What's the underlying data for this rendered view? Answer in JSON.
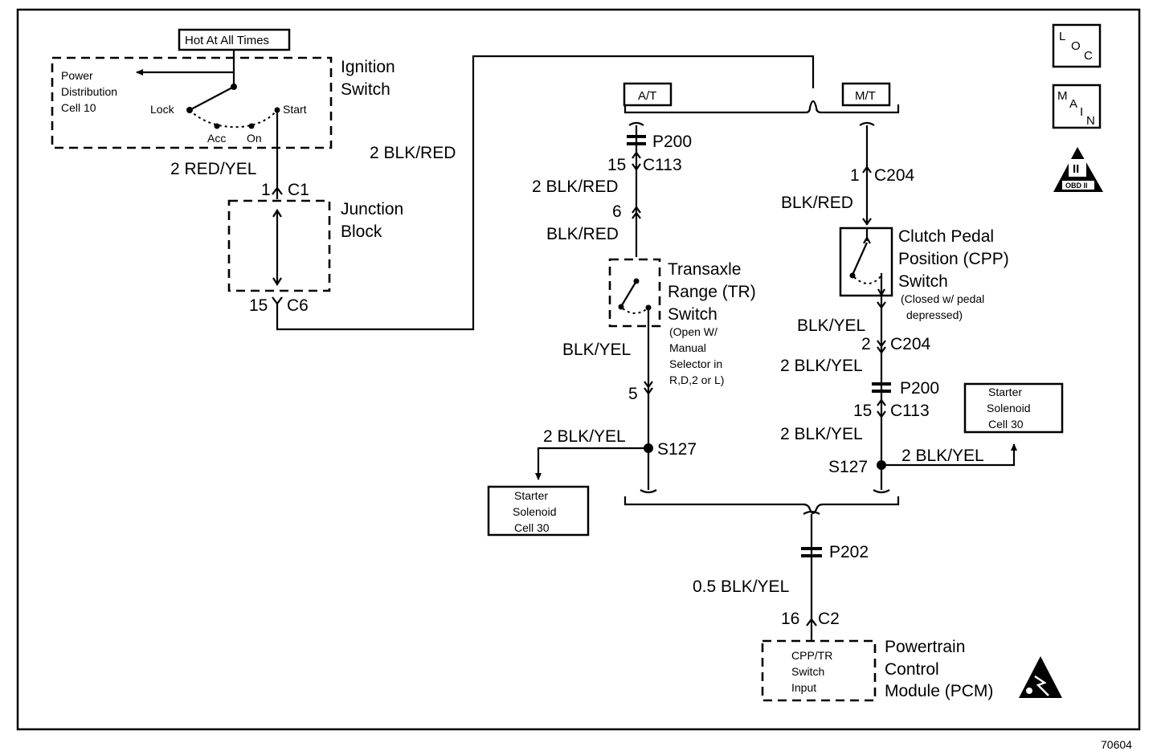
{
  "hot_label": "Hot At All Times",
  "ignition": {
    "title_line1": "Ignition",
    "title_line2": "Switch",
    "power_dist_line1": "Power",
    "power_dist_line2": "Distribution",
    "power_dist_line3": "Cell 10",
    "lock": "Lock",
    "acc": "Acc",
    "on": "On",
    "start": "Start"
  },
  "wires": {
    "red_yel": "2 RED/YEL",
    "blk_red_main": "2 BLK/RED",
    "at_blk_red_2": "2 BLK/RED",
    "at_blk_red": "BLK/RED",
    "at_blk_yel": "BLK/YEL",
    "at_blk_yel_2": "2 BLK/YEL",
    "mt_blk_red": "BLK/RED",
    "mt_blk_yel": "BLK/YEL",
    "mt_blk_yel_2a": "2 BLK/YEL",
    "mt_blk_yel_2b": "2 BLK/YEL",
    "mt_blk_yel_2c": "2 BLK/YEL",
    "pcm_blk_yel": "0.5 BLK/YEL"
  },
  "connectors": {
    "c1_pin": "1",
    "c1": "C1",
    "c6_pin": "15",
    "c6": "C6",
    "at_p200": "P200",
    "at_c113_pin": "15",
    "at_c113": "C113",
    "at_pin6": "6",
    "at_pin5": "5",
    "at_s127": "S127",
    "mt_c204a_pin": "1",
    "mt_c204a": "C204",
    "mt_c204b_pin": "2",
    "mt_c204b": "C204",
    "mt_p200": "P200",
    "mt_c113_pin": "15",
    "mt_c113": "C113",
    "mt_s127": "S127",
    "p202": "P202",
    "c2_pin": "16",
    "c2": "C2"
  },
  "junction": {
    "line1": "Junction",
    "line2": "Block"
  },
  "at_label": "A/T",
  "mt_label": "M/T",
  "tr_switch": {
    "line1": "Transaxle",
    "line2": "Range (TR)",
    "line3": "Switch",
    "note1": "(Open W/",
    "note2": "Manual",
    "note3": "Selector in",
    "note4": "R,D,2 or L)"
  },
  "cpp_switch": {
    "line1": "Clutch Pedal",
    "line2": "Position (CPP)",
    "line3": "Switch",
    "note1": "(Closed w/ pedal",
    "note2": "depressed)"
  },
  "starter_left": {
    "line1": "Starter",
    "line2": "Solenoid",
    "line3": "Cell 30"
  },
  "starter_right": {
    "line1": "Starter",
    "line2": "Solenoid",
    "line3": "Cell 30"
  },
  "pcm": {
    "line1": "Powertrain",
    "line2": "Control",
    "line3": "Module (PCM)",
    "input1": "CPP/TR",
    "input2": "Switch",
    "input3": "Input"
  },
  "icons": {
    "loc_l": "L",
    "loc_o": "O",
    "loc_c": "C",
    "main_m": "M",
    "main_a": "A",
    "main_i": "I",
    "main_n": "N",
    "obd_numeral": "II",
    "obd_text": "OBD II"
  },
  "figure_number": "70604"
}
